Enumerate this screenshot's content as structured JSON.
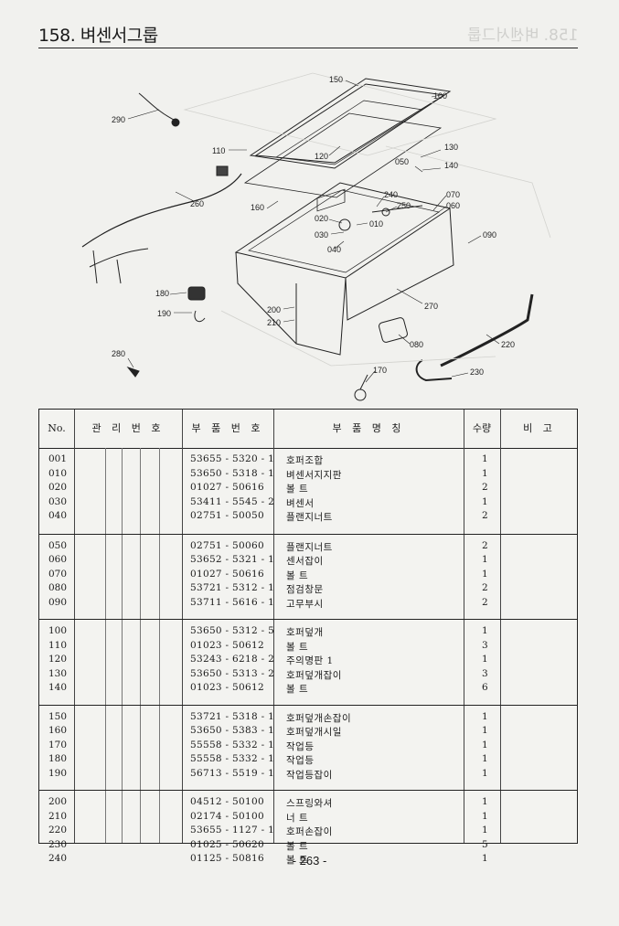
{
  "header": {
    "title": "158. 벼센서그룹"
  },
  "diagram": {
    "callouts": [
      "150",
      "100",
      "290",
      "110",
      "120",
      "050",
      "130",
      "140",
      "160",
      "260",
      "240",
      "250",
      "070",
      "060",
      "020",
      "010",
      "030",
      "040",
      "090",
      "180",
      "190",
      "200",
      "210",
      "270",
      "080",
      "220",
      "280",
      "170",
      "230"
    ]
  },
  "table": {
    "headers": {
      "no": "No.",
      "mgmt": "관 리 번 호",
      "part_no": "부 품 번 호",
      "name": "부 품 명 칭",
      "qty": "수량",
      "remark": "비 고"
    },
    "groups": [
      [
        {
          "no": "001",
          "part": "53655 - 5320 - 1",
          "name": "호퍼조합",
          "qty": "1"
        },
        {
          "no": "010",
          "part": "53650 - 5318 - 1",
          "name": "벼센서지지판",
          "qty": "1"
        },
        {
          "no": "020",
          "part": "01027 - 50616",
          "name": "볼 트",
          "qty": "2"
        },
        {
          "no": "030",
          "part": "53411 - 5545 - 2",
          "name": "벼센서",
          "qty": "1"
        },
        {
          "no": "040",
          "part": "02751 - 50050",
          "name": "플랜지너트",
          "qty": "2"
        }
      ],
      [
        {
          "no": "050",
          "part": "02751 - 50060",
          "name": "플랜지너트",
          "qty": "2"
        },
        {
          "no": "060",
          "part": "53652 - 5321 - 1",
          "name": "센서잡이",
          "qty": "1"
        },
        {
          "no": "070",
          "part": "01027 - 50616",
          "name": "볼 트",
          "qty": "1"
        },
        {
          "no": "080",
          "part": "53721 - 5312 - 1",
          "name": "점검창문",
          "qty": "2"
        },
        {
          "no": "090",
          "part": "53711 - 5616 - 1",
          "name": "고무부시",
          "qty": "2"
        }
      ],
      [
        {
          "no": "100",
          "part": "53650 - 5312 - 5",
          "name": "호퍼덮개",
          "qty": "1"
        },
        {
          "no": "110",
          "part": "01023 - 50612",
          "name": "볼 트",
          "qty": "3"
        },
        {
          "no": "120",
          "part": "53243 - 6218 - 2",
          "name": "주의명판 1",
          "qty": "1"
        },
        {
          "no": "130",
          "part": "53650 - 5313 - 2",
          "name": "호퍼덮개잡이",
          "qty": "3"
        },
        {
          "no": "140",
          "part": "01023 - 50612",
          "name": "볼 트",
          "qty": "6"
        }
      ],
      [
        {
          "no": "150",
          "part": "53721 - 5318 - 1",
          "name": "호퍼덮개손잡이",
          "qty": "1"
        },
        {
          "no": "160",
          "part": "53650 - 5383 - 1",
          "name": "호퍼덮개시일",
          "qty": "1"
        },
        {
          "no": "170",
          "part": "55558 - 5332 - 1",
          "name": "작업등",
          "qty": "1"
        },
        {
          "no": "180",
          "part": "55558 - 5332 - 1",
          "name": "작업등",
          "qty": "1"
        },
        {
          "no": "190",
          "part": "56713 - 5519 - 1",
          "name": "작업등잡이",
          "qty": "1"
        }
      ],
      [
        {
          "no": "200",
          "part": "04512 - 50100",
          "name": "스프링와셔",
          "qty": "1"
        },
        {
          "no": "210",
          "part": "02174 - 50100",
          "name": "너 트",
          "qty": "1"
        },
        {
          "no": "220",
          "part": "53655 - 1127 - 1",
          "name": "호퍼손잡이",
          "qty": "1"
        },
        {
          "no": "230",
          "part": "01025 - 50620",
          "name": "볼 트",
          "qty": "5"
        },
        {
          "no": "240",
          "part": "01125 - 50816",
          "name": "볼 트",
          "qty": "1"
        }
      ]
    ]
  },
  "footer": {
    "page_number": "- 263 -"
  }
}
